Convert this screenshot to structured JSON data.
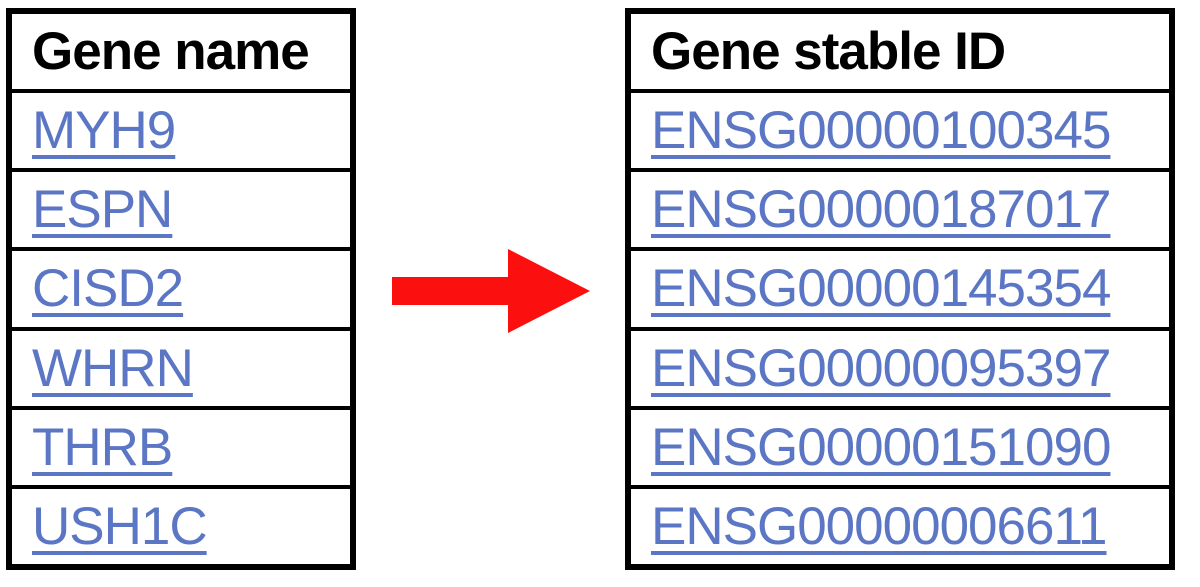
{
  "left_table": {
    "header": "Gene name",
    "rows": [
      "MYH9",
      "ESPN",
      "CISD2",
      "WHRN",
      "THRB",
      "USH1C"
    ]
  },
  "right_table": {
    "header": "Gene stable ID",
    "rows": [
      "ENSG00000100345",
      "ENSG00000187017",
      "ENSG00000145354",
      "ENSG00000095397",
      "ENSG00000151090",
      "ENSG00000006611"
    ]
  },
  "arrow": {
    "icon": "right-arrow",
    "direction": "right",
    "color": "#fb0f0f"
  },
  "colors": {
    "link": "#5b76c4",
    "border": "#000000",
    "header_text": "#000000",
    "background": "#ffffff"
  }
}
